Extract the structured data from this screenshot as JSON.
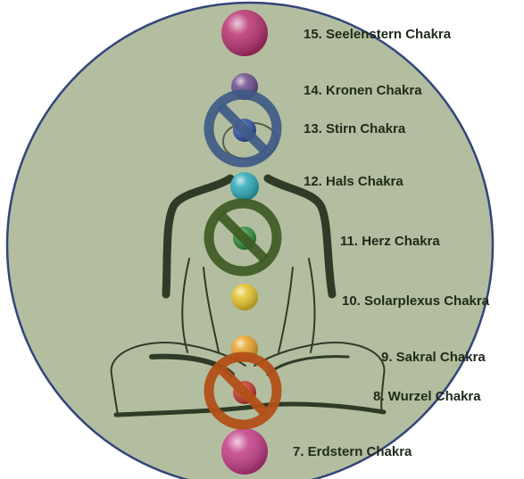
{
  "colors": {
    "circle_fill": "#b3bea0",
    "circle_border": "#33457a",
    "body_outline": "#2f3b26",
    "label_text": "#1f2a18",
    "prohibit_blue": "#3f5a86",
    "prohibit_green": "#3e5a22",
    "prohibit_orange": "#b24f17"
  },
  "chakras": [
    {
      "label": "15. Seelenstern Chakra",
      "color": "#b7306f",
      "crossed": false
    },
    {
      "label": "14. Kronen Chakra",
      "color": "#6a4a8a",
      "crossed": false
    },
    {
      "label": "13. Stirn Chakra",
      "color": "#2f4fa0",
      "crossed": true,
      "cross_color": "#3f5a86"
    },
    {
      "label": "12. Hals Chakra",
      "color": "#2aa8b6",
      "crossed": false
    },
    {
      "label": "11. Herz Chakra",
      "color": "#2f8a3a",
      "crossed": true,
      "cross_color": "#3e5a22"
    },
    {
      "label": "10. Solarplexus Chakra",
      "color": "#e2c22a",
      "crossed": false
    },
    {
      "label": "9. Sakral Chakra",
      "color": "#e7a22a",
      "crossed": false
    },
    {
      "label": "8. Wurzel Chakra",
      "color": "#c0392b",
      "crossed": true,
      "cross_color": "#b24f17"
    },
    {
      "label": "7. Erdstern Chakra",
      "color": "#c23a86",
      "crossed": false
    }
  ]
}
